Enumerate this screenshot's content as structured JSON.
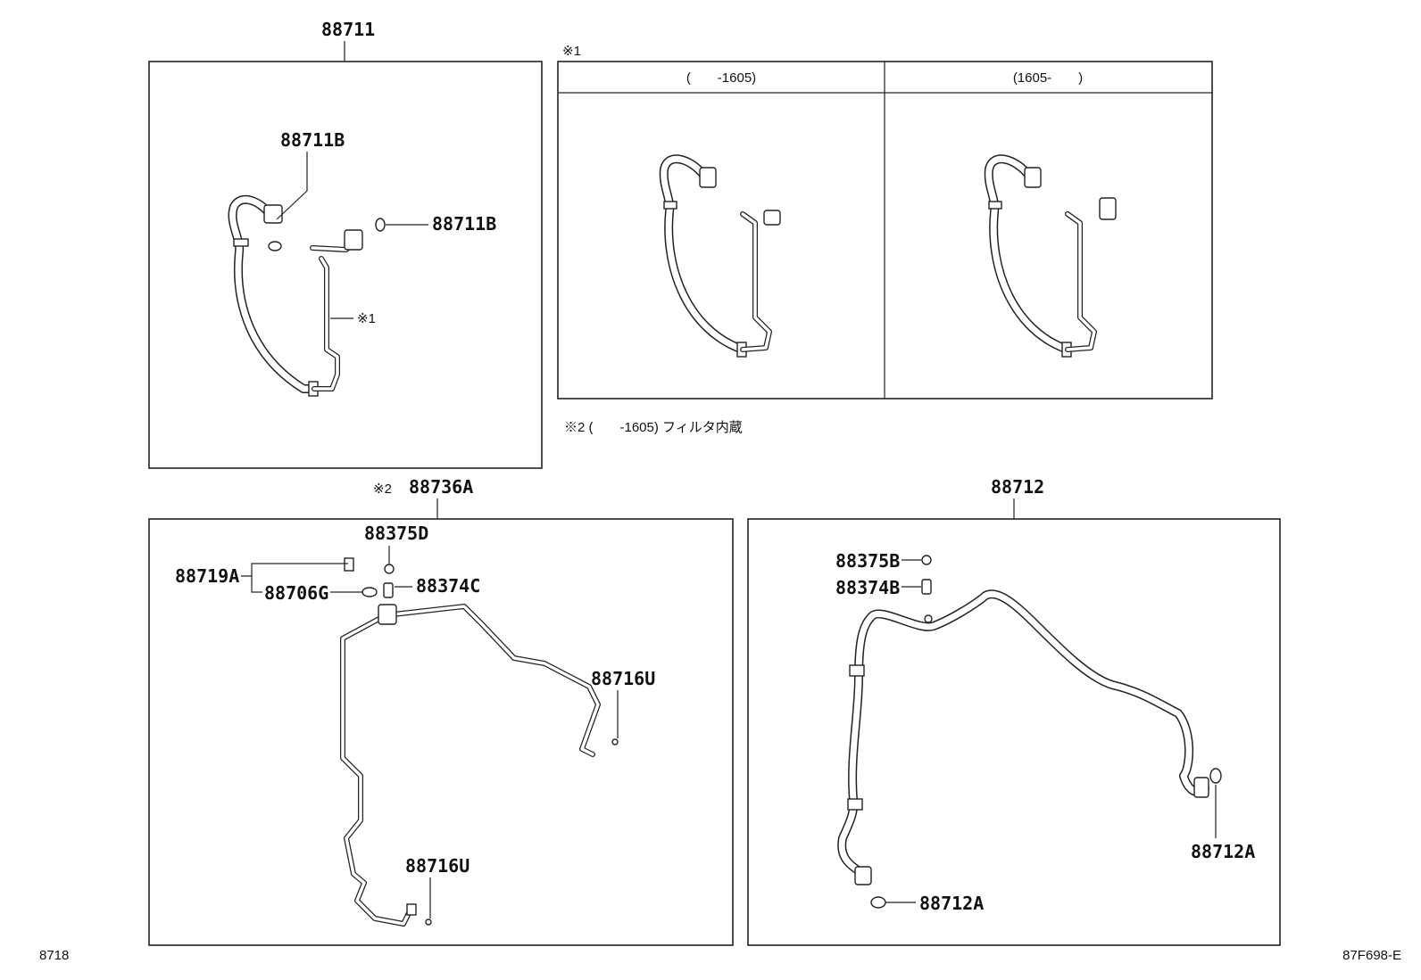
{
  "diagram": {
    "panel_top_left": {
      "assembly_label": "88711",
      "callouts": [
        "88711B",
        "88711B",
        "※1"
      ]
    },
    "variant_panel": {
      "marker": "※1",
      "columns": [
        "(　　-1605)",
        "(1605-　　)"
      ]
    },
    "footnote": "※2 (　　-1605) フィルタ内蔵",
    "panel_bottom_left": {
      "marker": "※2",
      "assembly_label": "88736A",
      "callouts": [
        "88375D",
        "88719A",
        "88706G",
        "88374C",
        "88716U",
        "88716U"
      ]
    },
    "panel_bottom_right": {
      "assembly_label": "88712",
      "callouts": [
        "88375B",
        "88374B",
        "88712A",
        "88712A"
      ]
    },
    "page_code_left": "8718",
    "page_code_right": "87F698-E"
  }
}
